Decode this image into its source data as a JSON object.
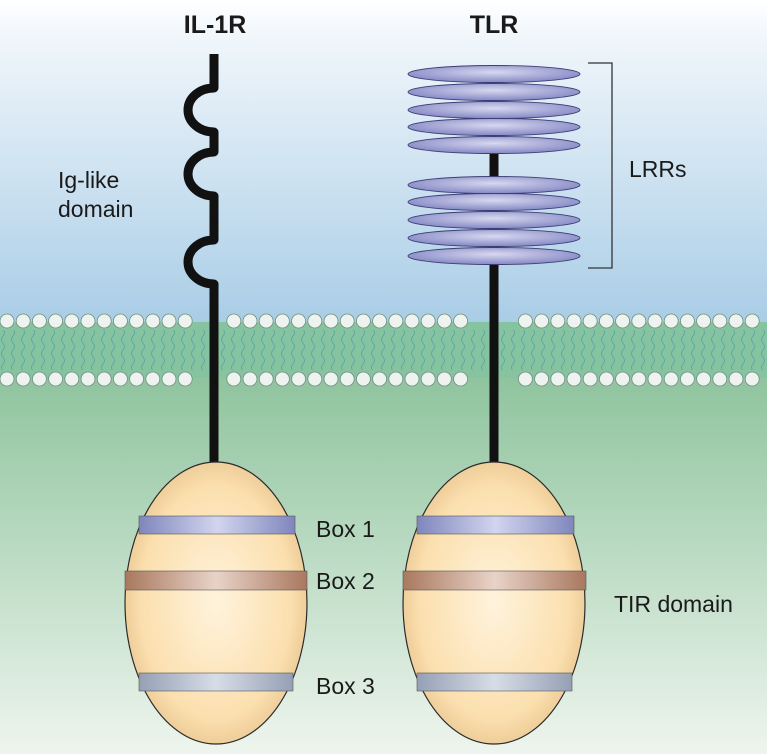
{
  "receptors": [
    {
      "name": "IL-1R"
    },
    {
      "name": "TLR"
    }
  ],
  "labels": {
    "ig_like": [
      "Ig-like",
      "domain"
    ],
    "lrrs": "LRRs",
    "box1": "Box 1",
    "box2": "Box 2",
    "box3": "Box 3",
    "tir": "TIR domain"
  },
  "colors": {
    "extracellular_top": "#ffffff",
    "extracellular_bottom": "#a9cde6",
    "membrane": "#7fbf9a",
    "cytoplasm_top": "#8fc49e",
    "cytoplasm_bottom": "#eef5ee",
    "lipid_head": "#eef3ef",
    "tir_body": "#fbdfae",
    "box1": "#8a90c4",
    "box2": "#b98a76",
    "box3": "#a3adbf",
    "lrr": "#8f92cb",
    "stalk": "#111111"
  }
}
